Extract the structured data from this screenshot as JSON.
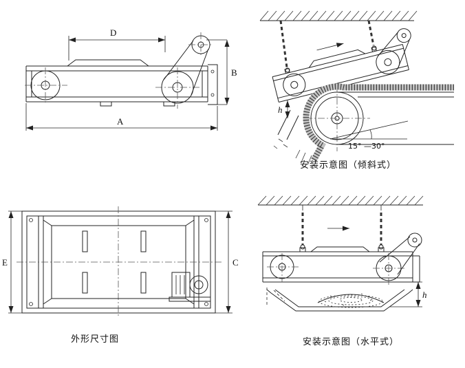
{
  "figure": {
    "background": "#ffffff",
    "line_color": "#222222"
  },
  "side_view": {
    "dim_d": "D",
    "dim_b": "B",
    "dim_a": "A"
  },
  "inclined_view": {
    "dim_h": "h",
    "angle_label": "15° —30°",
    "caption": "安装示意图（倾斜式）"
  },
  "plan_view": {
    "dim_e": "E",
    "dim_c": "C",
    "caption": "外形尺寸图"
  },
  "horizontal_view": {
    "dim_h": "h",
    "caption": "安装示意图（水平式）"
  }
}
